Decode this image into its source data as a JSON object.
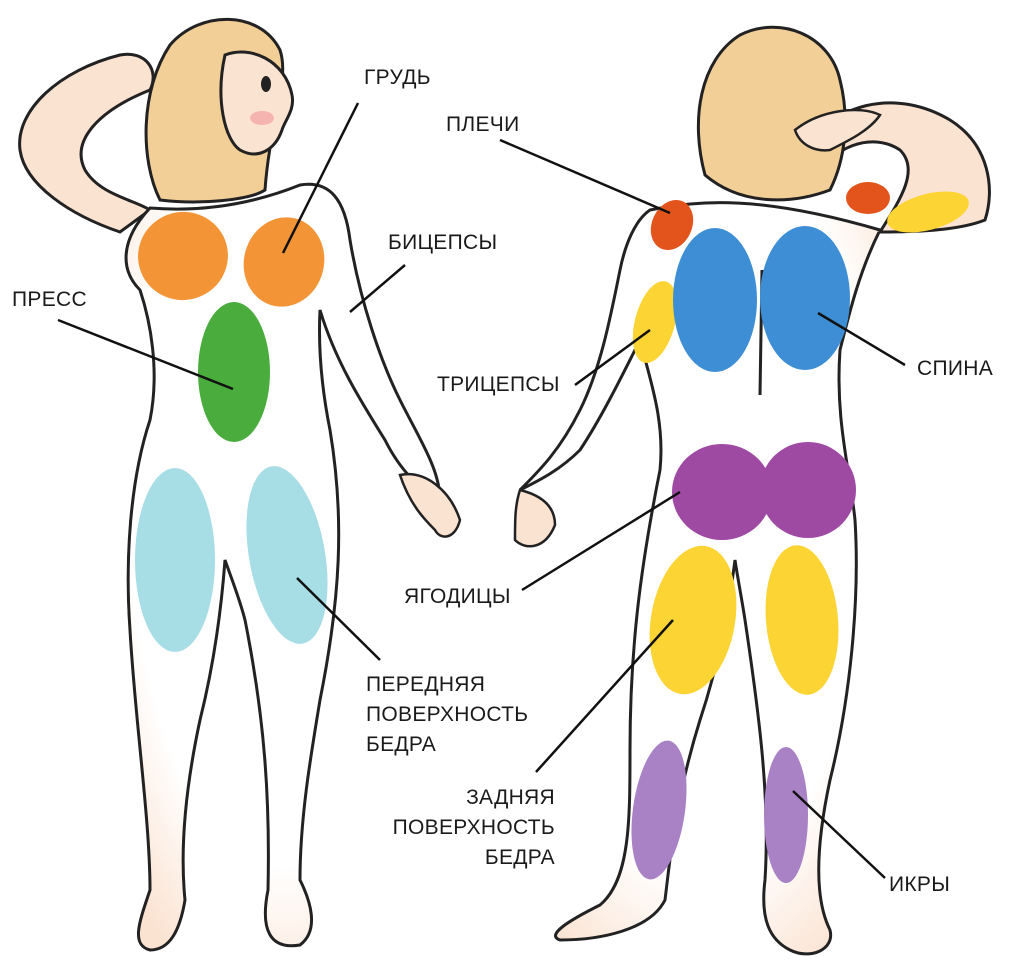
{
  "labels": {
    "chest": "ГРУДЬ",
    "biceps": "БИЦЕПСЫ",
    "abs": "ПРЕСС",
    "front_thigh": [
      "ПЕРЕДНЯЯ",
      "ПОВЕРХНОСТЬ",
      "БЕДРА"
    ],
    "shoulders": "ПЛЕЧИ",
    "triceps": "ТРИЦЕПСЫ",
    "back": "СПИНА",
    "glutes": "ЯГОДИЦЫ",
    "back_thigh": [
      "ЗАДНЯЯ",
      "ПОВЕРХНОСТЬ",
      "БЕДРА"
    ],
    "calves": "ИКРЫ"
  },
  "colors": {
    "chest": "#f39436",
    "abs": "#49ac3c",
    "front_thigh": "#a7dde5",
    "shoulders": "#e2541c",
    "triceps": "#fcd434",
    "back": "#3d8ed4",
    "glutes": "#9e4aa3",
    "back_thigh": "#fcd434",
    "calves": "#a882c4",
    "hair": "#f2cf97",
    "skin": "#fbe3d2",
    "outline": "#222222"
  },
  "icons": [
    "front-figure",
    "back-figure"
  ]
}
